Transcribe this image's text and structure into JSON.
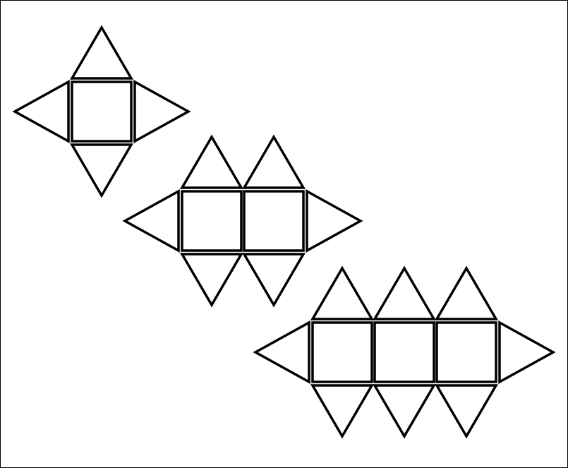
{
  "figure": {
    "stroke_color": "#000000",
    "background_color": "#ffffff",
    "nets": [
      {
        "name": "net-one-square",
        "squares": 1,
        "top_triangles": 1,
        "bottom_triangles": 1,
        "side_triangles": 2
      },
      {
        "name": "net-two-squares",
        "squares": 2,
        "top_triangles": 2,
        "bottom_triangles": 2,
        "side_triangles": 2
      },
      {
        "name": "net-three-squares",
        "squares": 3,
        "top_triangles": 3,
        "bottom_triangles": 3,
        "side_triangles": 2
      }
    ]
  }
}
